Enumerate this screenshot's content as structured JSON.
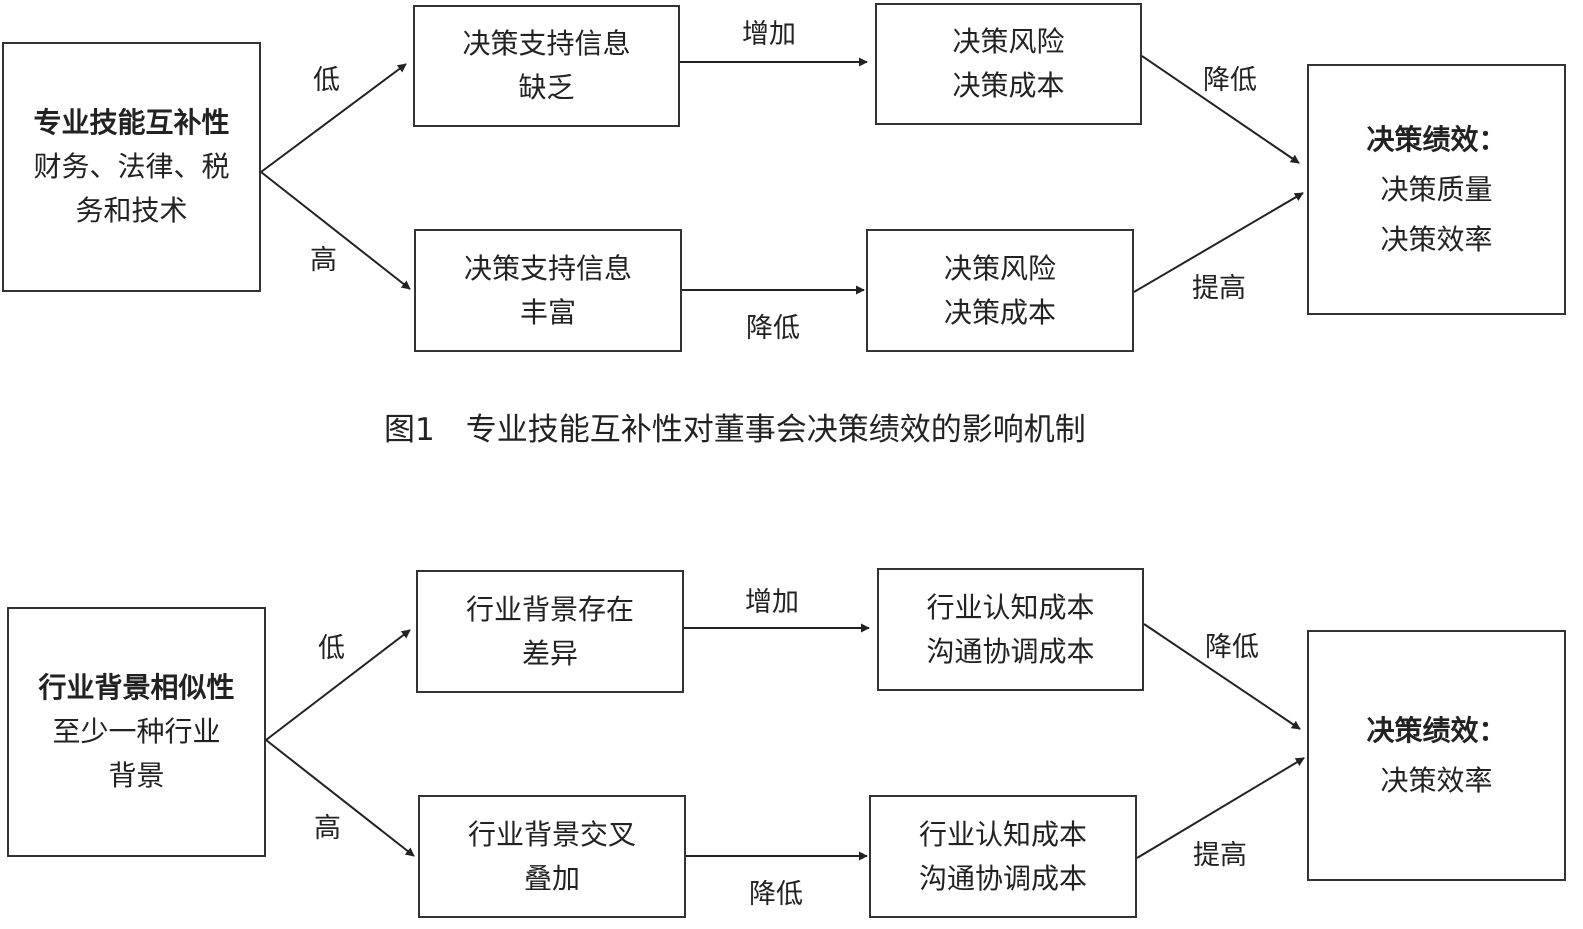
{
  "diagram1": {
    "source": {
      "title": "专业技能互补性",
      "line1": "财务、法律、税",
      "line2": "务和技术"
    },
    "upper_mid": {
      "line1": "决策支持信息",
      "line2": "缺乏"
    },
    "upper_right": {
      "line1": "决策风险",
      "line2": "决策成本"
    },
    "lower_mid": {
      "line1": "决策支持信息",
      "line2": "丰富"
    },
    "lower_right": {
      "line1": "决策风险",
      "line2": "决策成本"
    },
    "outcome": {
      "title": "决策绩效：",
      "line1": "决策质量",
      "line2": "决策效率"
    },
    "labels": {
      "low": "低",
      "high": "高",
      "increase": "增加",
      "decrease_top": "降低",
      "decrease_bottom": "降低",
      "raise": "提高"
    },
    "caption": "图1　专业技能互补性对董事会决策绩效的影响机制"
  },
  "diagram2": {
    "source": {
      "title": "行业背景相似性",
      "line1": "至少一种行业",
      "line2": "背景"
    },
    "upper_mid": {
      "line1": "行业背景存在",
      "line2": "差异"
    },
    "upper_right": {
      "line1": "行业认知成本",
      "line2": "沟通协调成本"
    },
    "lower_mid": {
      "line1": "行业背景交叉",
      "line2": "叠加"
    },
    "lower_right": {
      "line1": "行业认知成本",
      "line2": "沟通协调成本"
    },
    "outcome": {
      "title": "决策绩效：",
      "line1": "决策效率"
    },
    "labels": {
      "low": "低",
      "high": "高",
      "increase": "增加",
      "decrease_top": "降低",
      "decrease_bottom": "降低",
      "raise": "提高"
    }
  }
}
